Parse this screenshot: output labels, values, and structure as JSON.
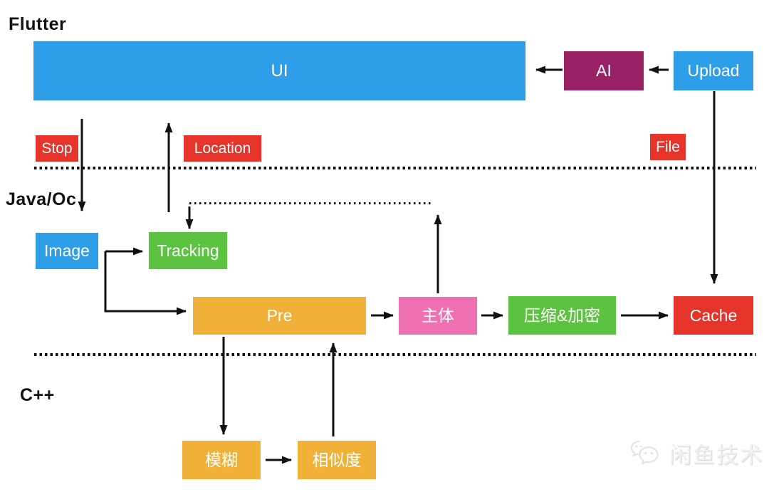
{
  "layers": {
    "flutter": "Flutter",
    "java_oc": "Java/Oc",
    "cpp": "C++"
  },
  "nodes": {
    "ui": {
      "label": "UI"
    },
    "ai": {
      "label": "AI"
    },
    "upload": {
      "label": "Upload"
    },
    "image": {
      "label": "Image"
    },
    "tracking": {
      "label": "Tracking"
    },
    "pre": {
      "label": "Pre"
    },
    "subject": {
      "label": "主体"
    },
    "compress_encrypt": {
      "label": "压缩&加密"
    },
    "cache": {
      "label": "Cache"
    },
    "blur": {
      "label": "模糊"
    },
    "similarity": {
      "label": "相似度"
    }
  },
  "tags": {
    "stop": "Stop",
    "location": "Location",
    "file": "File"
  },
  "watermark": {
    "text": "闲鱼技术",
    "icon": "wechat-bubbles-icon"
  },
  "colors": {
    "blue": "#2F9EE8",
    "green": "#5CC340",
    "orange": "#F1B138",
    "red": "#E6342A",
    "magenta": "#9A2164",
    "pink": "#EE6FB2",
    "line": "#111111",
    "watermark": "#ededed"
  }
}
